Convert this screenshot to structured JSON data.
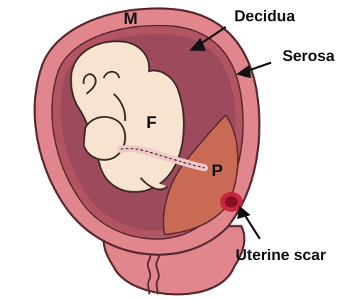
{
  "labels": {
    "myometrium": "M",
    "fetus": "F",
    "placenta": "P",
    "decidua": "Decidua",
    "serosa": "Serosa",
    "uterine_scar": "Uterine scar"
  },
  "colors": {
    "uterine_wall": "#e0868c",
    "wall_outline": "#5a2a30",
    "decidua_layer": "#b35462",
    "amniotic_cavity": "#9c4a5c",
    "fetus_skin": "#f7e3cf",
    "fetus_outline": "#3d2a25",
    "umbilical_cord": "#f0c8c8",
    "placenta": "#c96a55",
    "scar": "#c4203a",
    "cervix": "#e0868c"
  }
}
